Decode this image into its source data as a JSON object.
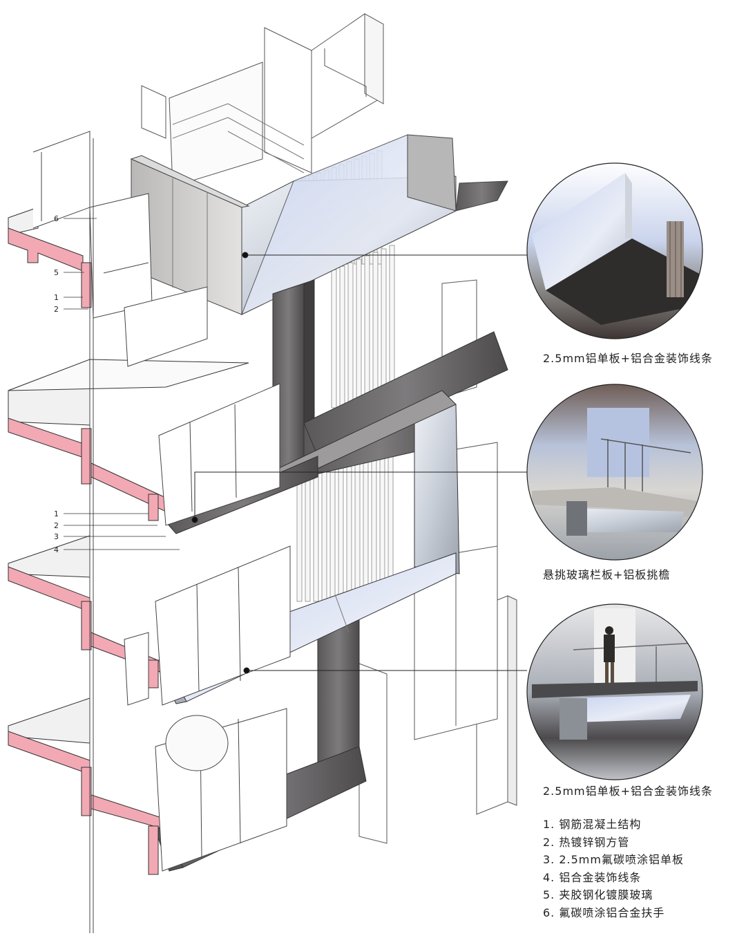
{
  "captions": [
    "2.5mm铝单板+铝合金装饰线条",
    "悬挑玻璃栏板+铝板挑檐",
    "2.5mm铝单板+铝合金装饰线条"
  ],
  "legend": [
    "1. 钢筋混凝土结构",
    "2. 热镀锌钢方管",
    "3. 2.5mm氟碳喷涂铝单板",
    "4. 铝合金装饰线条",
    "5. 夹胶钢化镀膜玻璃",
    "6. 氟碳喷涂铝合金扶手"
  ],
  "callouts_upper": [
    "6",
    "5",
    "1",
    "2"
  ],
  "callouts_lower": [
    "1",
    "2",
    "3",
    "4"
  ],
  "colors": {
    "concrete_section": "#f2a9b4",
    "aluminum_light": "#d9dde3",
    "aluminum_dark": "#6f6d6e",
    "line": "#333333"
  }
}
